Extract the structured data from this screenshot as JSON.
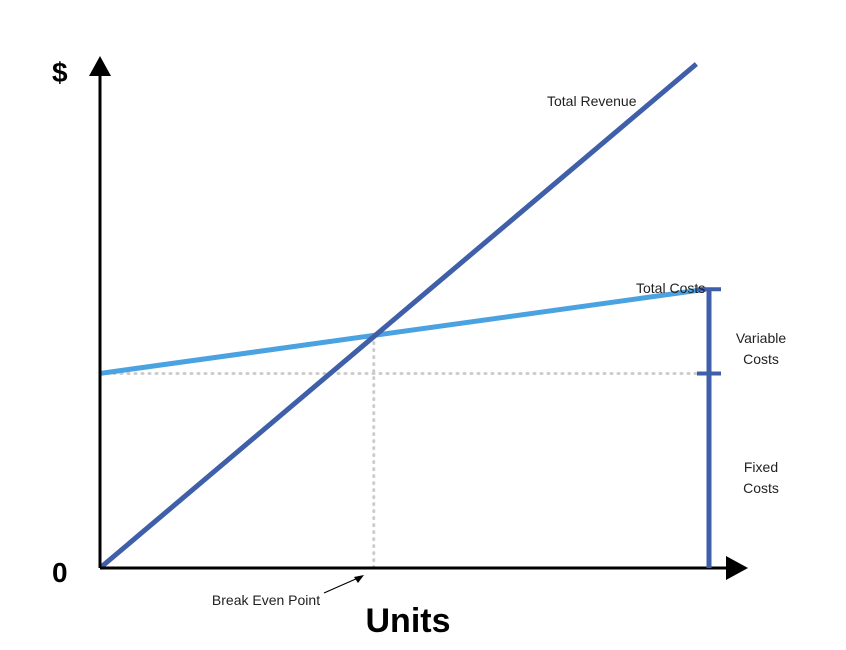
{
  "chart_data": {
    "type": "line",
    "title": "",
    "xlabel": "Units",
    "ylabel": "$",
    "origin_label": "0",
    "xlim": [
      0,
      100
    ],
    "ylim": [
      0,
      100
    ],
    "series": [
      {
        "name": "Total Revenue",
        "x": [
          0,
          96.5
        ],
        "y": [
          0,
          100
        ],
        "color": "#3f5fa9"
      },
      {
        "name": "Total Costs",
        "x": [
          0,
          98
        ],
        "y": [
          38.6,
          55.3
        ],
        "color": "#4aa3e0"
      }
    ],
    "reference_lines": {
      "fixed_cost_level": 38.6,
      "break_even": {
        "x": 44.3,
        "y": 46.1
      }
    },
    "annotations": {
      "break_even": "Break Even Point",
      "variable_costs": [
        "Variable",
        "Costs"
      ],
      "fixed_costs": [
        "Fixed",
        "Costs"
      ]
    },
    "colors": {
      "axis": "#000000",
      "bracket": "#3f5fa9",
      "guide": "#cccccc"
    }
  }
}
